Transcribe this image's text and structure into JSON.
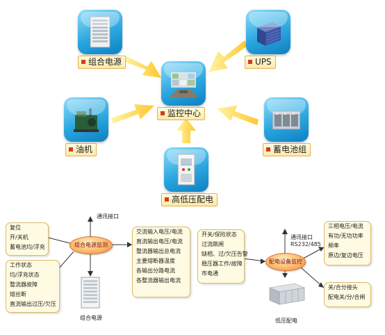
{
  "top": {
    "center": "监控中心",
    "combo_power": "组合电源",
    "ups": "UPS",
    "diesel": "油机",
    "battery": "蓄电池组",
    "hv_lv": "高低压配电"
  },
  "left_system": {
    "hub": "组合电源监测",
    "comm": "通讯接口",
    "box1": [
      "复位",
      "开/关机",
      "蓄电池均/浮充"
    ],
    "box2": [
      "工作状态",
      "均/浮充状态",
      "整流器故障",
      "熔丝断",
      "直流输出过压/欠压"
    ],
    "box3": [
      "交流输入电压/电流",
      "直流输出电压/电流",
      "整流器输出总电流",
      "主要熔断器温度",
      "各输出分路电流",
      "各整流器输出电流"
    ],
    "device_label": "组合电源"
  },
  "right_system": {
    "hub": "配电设备监控",
    "comm": "通讯接口",
    "comm_protocol": "RS232/485",
    "box_left": [
      "开关/保险状态",
      "过流跳闸",
      "缺相、过/欠压告警",
      "稳压器工作/故障",
      "市电通"
    ],
    "box_right_top": [
      "三相电压/电流",
      "有功/无功功率",
      "频率",
      "原边/复边电压"
    ],
    "box_right_bottom": [
      "关/合分接头",
      "配电关/分/合闸"
    ],
    "device_label": "低压配电"
  },
  "colors": {
    "tile_blue": "#2aa7e0",
    "arrow_yellow": "#ffd23c",
    "box_fill": "#fffbe3",
    "hub_orange": "#f08a3a"
  }
}
